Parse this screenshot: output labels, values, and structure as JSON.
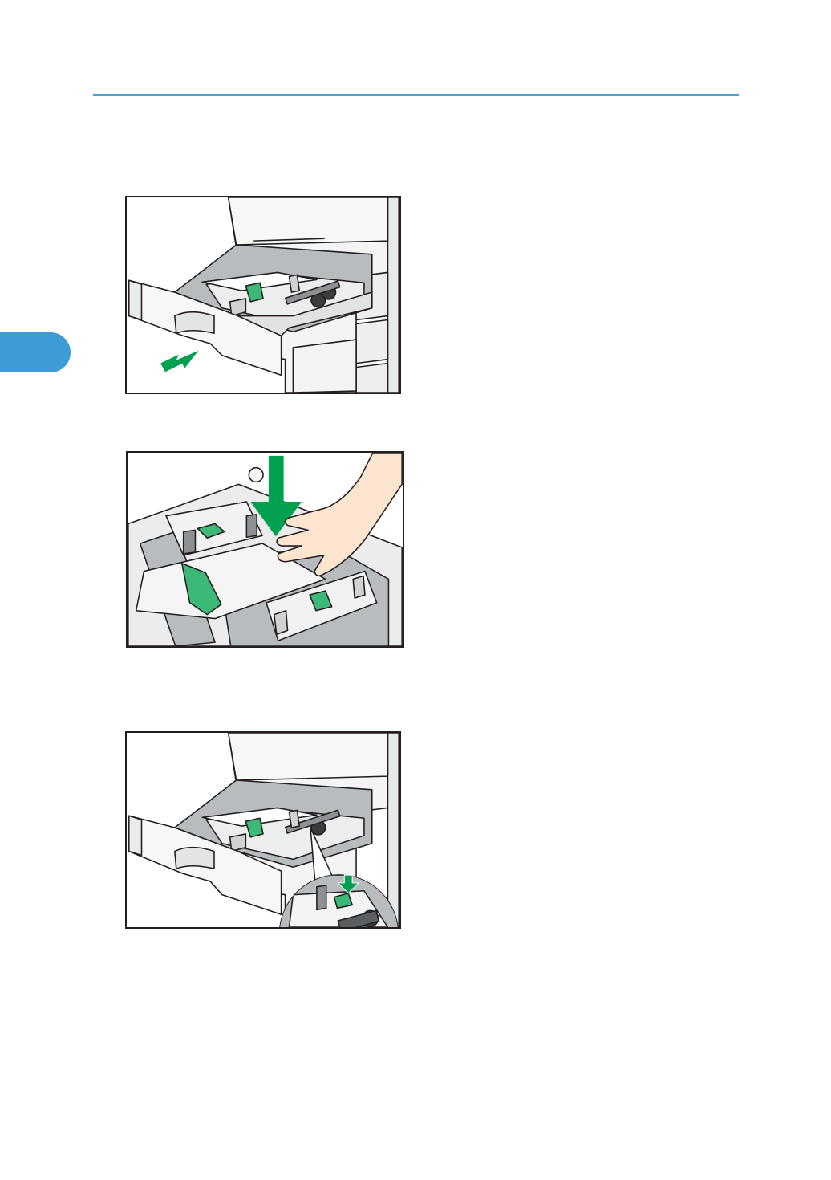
{
  "page": {
    "colors": {
      "accent": "#3d9bd5",
      "rule": "#4aa3d6",
      "instruction_arrow": "#00a04f",
      "lever_green": "#3cb878",
      "tray_gray": "#b8bcbe",
      "outline": "#231f20"
    }
  },
  "figures": [
    {
      "icon": "tray-pull-out-illustration",
      "arrow_icon": "arrow-pull-icon"
    },
    {
      "icon": "press-plate-down-illustration",
      "arrow_icon": "arrow-down-icon"
    },
    {
      "icon": "lever-lock-illustration",
      "arrow_icon": "arrow-down-small-icon"
    }
  ]
}
